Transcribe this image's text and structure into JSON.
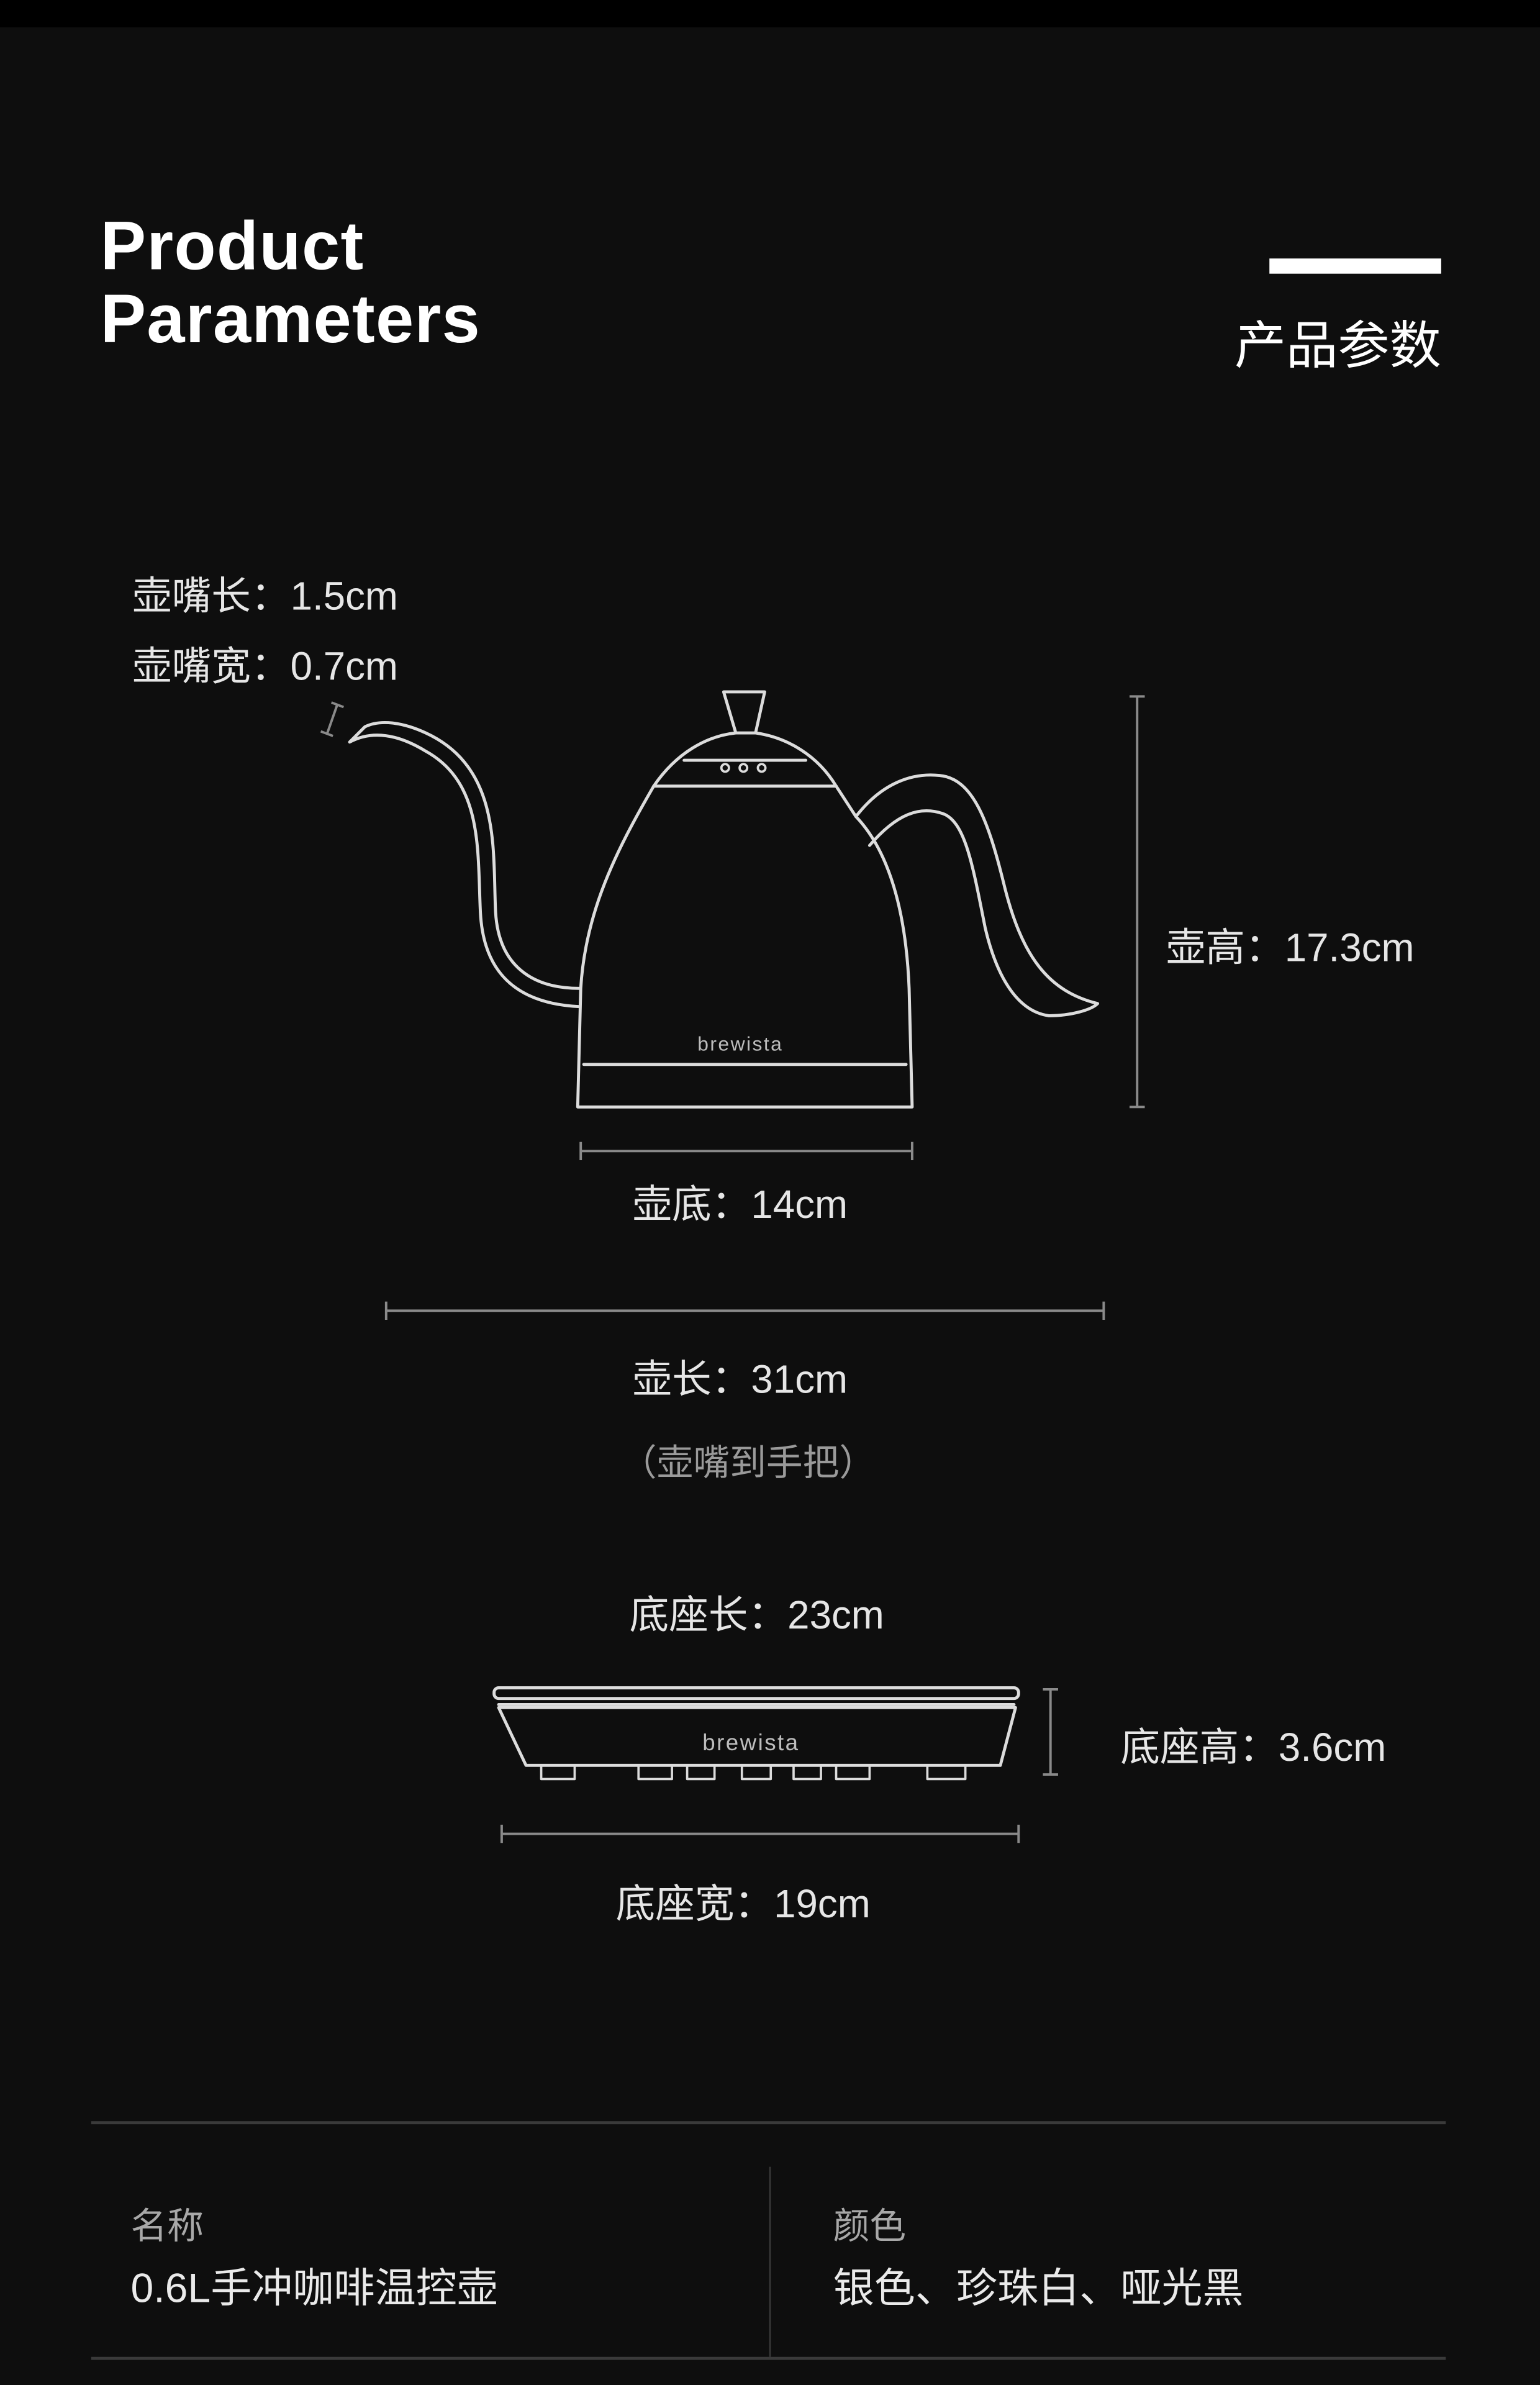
{
  "header": {
    "title_line1": "Product",
    "title_line2": "Parameters",
    "title_cn": "产品参数"
  },
  "kettle": {
    "spout_length": "壶嘴长：1.5cm",
    "spout_width": "壶嘴宽：0.7cm",
    "height": "壶高：17.3cm",
    "base": "壶底：14cm",
    "length": "壶长：31cm",
    "length_note": "（壶嘴到手把）",
    "brand": "brewista"
  },
  "stand": {
    "length": "底座长：23cm",
    "height": "底座高：3.6cm",
    "width": "底座宽：19cm",
    "brand": "brewista"
  },
  "specs": [
    {
      "label": "名称",
      "value": "0.6L手冲咖啡温控壶"
    },
    {
      "label": "颜色",
      "value": "银色、珍珠白、哑光黑"
    }
  ]
}
